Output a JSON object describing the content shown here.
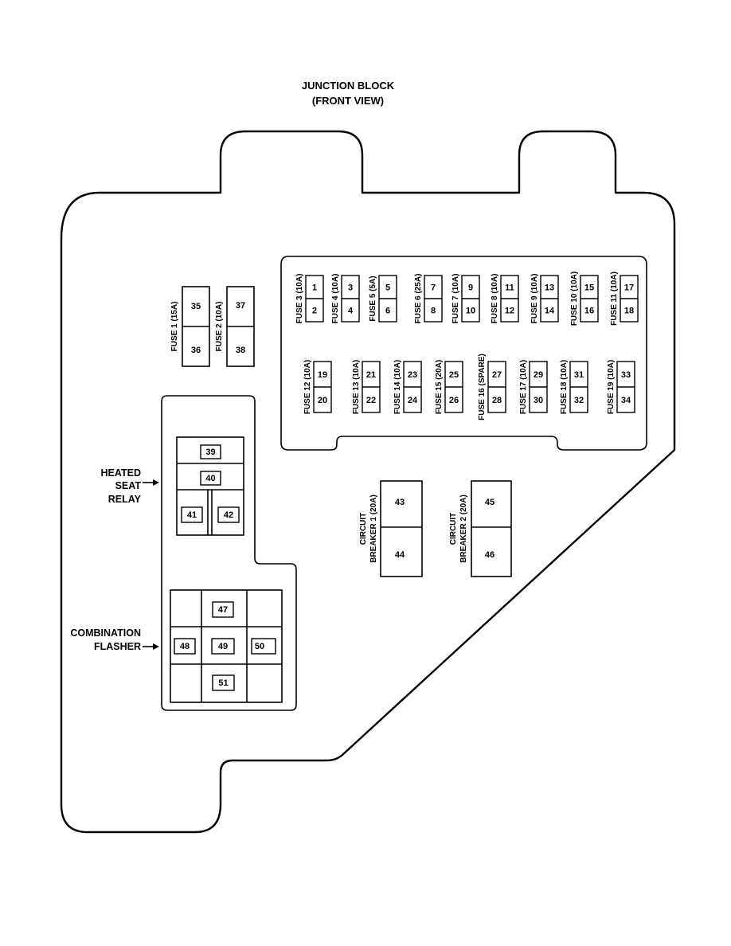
{
  "title": {
    "line1": "JUNCTION BLOCK",
    "line2": "(FRONT VIEW)"
  },
  "left_fuses": [
    {
      "label": "FUSE 1 (15A)",
      "top": "35",
      "bottom": "36"
    },
    {
      "label": "FUSE 2 (10A)",
      "top": "37",
      "bottom": "38"
    }
  ],
  "fuse_row_1": [
    {
      "label": "FUSE 3 (10A)",
      "top": "1",
      "bottom": "2"
    },
    {
      "label": "FUSE 4 (10A)",
      "top": "3",
      "bottom": "4"
    },
    {
      "label": "FUSE 5 (5A)",
      "top": "5",
      "bottom": "6"
    },
    {
      "label": "FUSE 6 (25A)",
      "top": "7",
      "bottom": "8"
    },
    {
      "label": "FUSE 7 (10A)",
      "top": "9",
      "bottom": "10"
    },
    {
      "label": "FUSE 8 (10A)",
      "top": "11",
      "bottom": "12"
    },
    {
      "label": "FUSE 9 (10A)",
      "top": "13",
      "bottom": "14"
    },
    {
      "label": "FUSE 10 (10A)",
      "top": "15",
      "bottom": "16"
    },
    {
      "label": "FUSE 11 (10A)",
      "top": "17",
      "bottom": "18"
    }
  ],
  "fuse_row_2": [
    {
      "label": "FUSE 12 (10A)",
      "top": "19",
      "bottom": "20"
    },
    {
      "label": "FUSE 13 (10A)",
      "top": "21",
      "bottom": "22"
    },
    {
      "label": "FUSE 14 (10A)",
      "top": "23",
      "bottom": "24"
    },
    {
      "label": "FUSE 15 (20A)",
      "top": "25",
      "bottom": "26"
    },
    {
      "label": "FUSE 16 (SPARE)",
      "top": "27",
      "bottom": "28"
    },
    {
      "label": "FUSE 17 (10A)",
      "top": "29",
      "bottom": "30"
    },
    {
      "label": "FUSE 18 (10A)",
      "top": "31",
      "bottom": "32"
    },
    {
      "label": "FUSE 19 (10A)",
      "top": "33",
      "bottom": "34"
    }
  ],
  "breakers": [
    {
      "line1": "CIRCUIT",
      "line2": "BREAKER 1 (20A)",
      "top": "43",
      "bottom": "44"
    },
    {
      "line1": "CIRCUIT",
      "line2": "BREAKER 2 (20A)",
      "top": "45",
      "bottom": "46"
    }
  ],
  "heated_seat_relay": {
    "label_lines": [
      "HEATED",
      "SEAT",
      "RELAY"
    ],
    "cavities": [
      "39",
      "40",
      "41",
      "42"
    ]
  },
  "combination_flasher": {
    "label_lines": [
      "COMBINATION",
      "FLASHER"
    ],
    "cavities": [
      "47",
      "48",
      "49",
      "50",
      "51"
    ]
  }
}
